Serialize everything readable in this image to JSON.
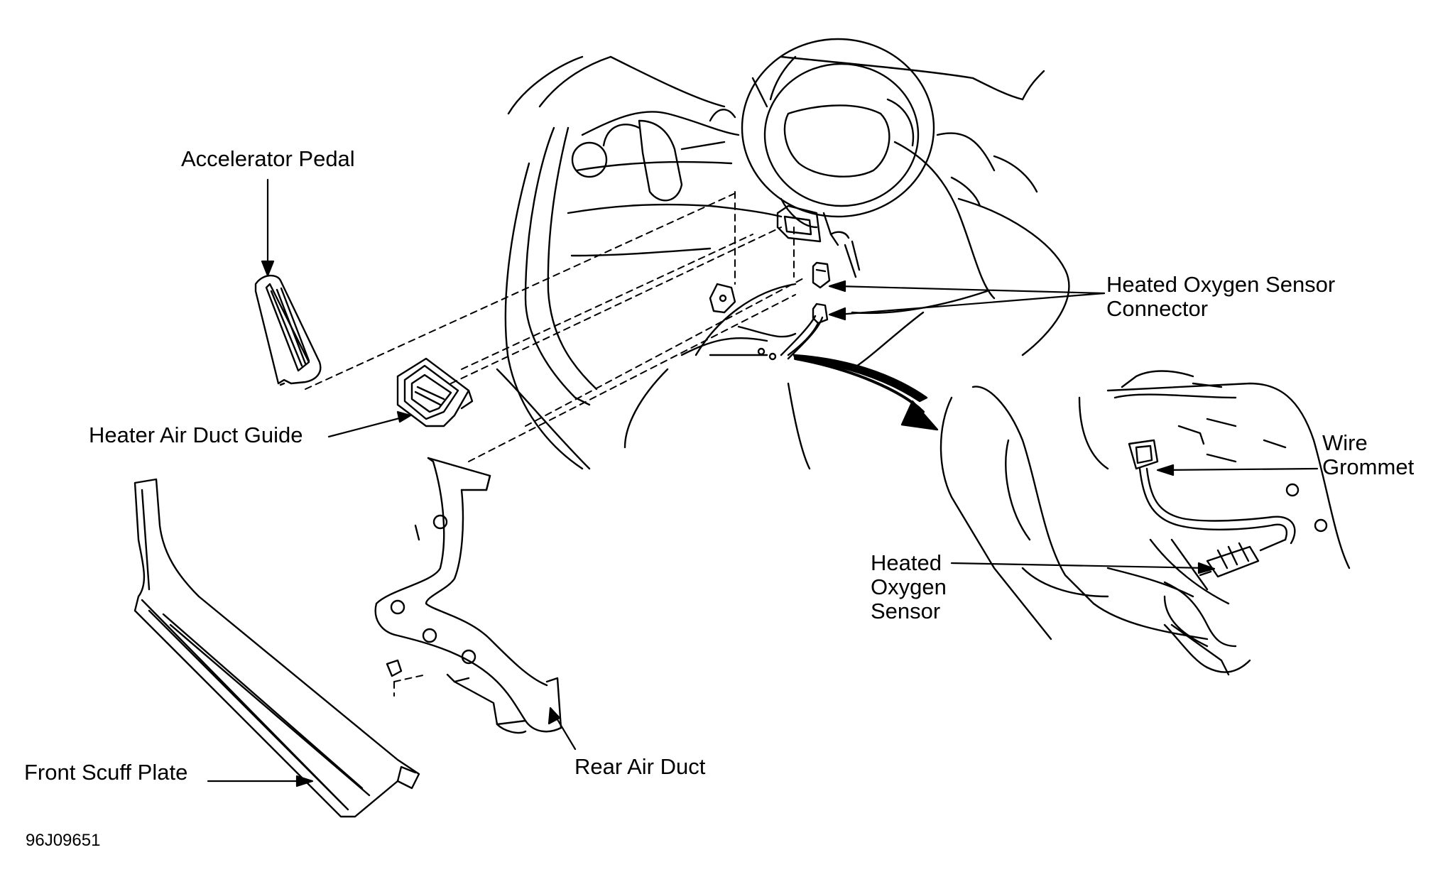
{
  "figure_id": "96J09651",
  "colors": {
    "line": "#000000",
    "background": "#ffffff"
  },
  "labels": {
    "accelerator_pedal": "Accelerator Pedal",
    "heater_air_duct_guide": "Heater Air Duct Guide",
    "front_scuff_plate": "Front Scuff Plate",
    "rear_air_duct": "Rear Air Duct",
    "heated_oxygen_sensor_connector": [
      "Heated Oxygen Sensor",
      "Connector"
    ],
    "heated_oxygen_sensor": [
      "Heated",
      "Oxygen",
      "Sensor"
    ],
    "wire_grommet": [
      "Wire",
      "Grommet"
    ]
  }
}
